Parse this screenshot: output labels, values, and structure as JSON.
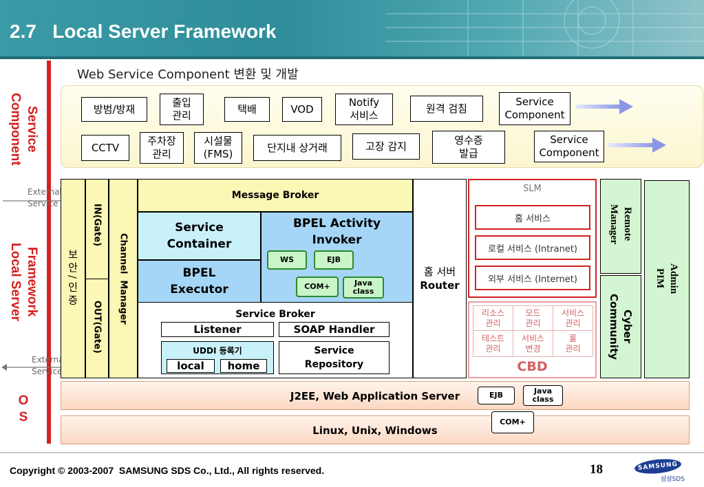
{
  "header": {
    "title": "2.7   Local Server Framework"
  },
  "left_labels": {
    "service_component": "Service\nComponent",
    "framework": "Framework\nLocal Server",
    "os": "O\nS"
  },
  "service_component": {
    "heading": "Web Service Component 변환 및 개발",
    "row1": [
      "방범/방재",
      "출입\n관리",
      "택배",
      "VOD",
      "Notify\n서비스",
      "원격 검침",
      "Service\nComponent"
    ],
    "row2": [
      "CCTV",
      "주차장\n관리",
      "시설물\n(FMS)",
      "단지내 상거래",
      "고장 감지",
      "영수증\n발급",
      "Service\nComponent"
    ]
  },
  "framework": {
    "external_in": "External\nService",
    "external_out": "External\nService",
    "security": "보안/인증",
    "in_gate": "IN(Gate)",
    "out_gate": "OUT(Gate)",
    "channel_manager": "Channel  Manager",
    "message_broker": "Message Broker",
    "service_container": "Service\nContainer",
    "bpel_invoker": "BPEL Activity\nInvoker",
    "bpel_executor": "BPEL\nExecutor",
    "ws": "WS",
    "ejb": "EJB",
    "com": "COM+",
    "java_class": "Java\nclass",
    "service_broker": "Service Broker",
    "listener": "Listener",
    "soap_handler": "SOAP Handler",
    "uddi": "UDDI 등록기",
    "local": "local",
    "home": "home",
    "service_repository": "Service\nRepository",
    "home_server": "홈 서버",
    "router": "Router",
    "slm": {
      "title": "SLM",
      "items": [
        "홈 서비스",
        "로컬 서비스 (Intranet)",
        "외부 서비스 (Internet)"
      ]
    },
    "cbd": {
      "cells": [
        "리소스\n관리",
        "모드\n관리",
        "서비스\n관리",
        "테스트\n관리",
        "서비스\n변경",
        "룰\n관리"
      ],
      "label": "CBD"
    },
    "remote_manager": "Remote\nManager",
    "cyber_community": "Cyber\nCommunity",
    "admin_pim": "Admin\nPIM"
  },
  "os": {
    "j2ee": "J2EE, Web Application Server",
    "ejb": "EJB",
    "java_class": "Java\nclass",
    "com": "COM+",
    "linux": "Linux, Unix, Windows"
  },
  "footer": {
    "copyright": "Copyright © 2003-2007  SAMSUNG SDS Co., Ltd., All rights reserved.",
    "page_number": "18",
    "logo_text": "SAMSUNG",
    "logo_sub": "삼성SDS"
  },
  "colors": {
    "header_bg": "#2f8d9a",
    "accent_red": "#d42020",
    "yellow": "#fbf7b4",
    "light_blue": "#c9f1fa",
    "mid_blue": "#a5d6f7",
    "green": "#d4f5d1",
    "green_border": "#2a8a2a",
    "os_bg": "#fde6d6"
  }
}
